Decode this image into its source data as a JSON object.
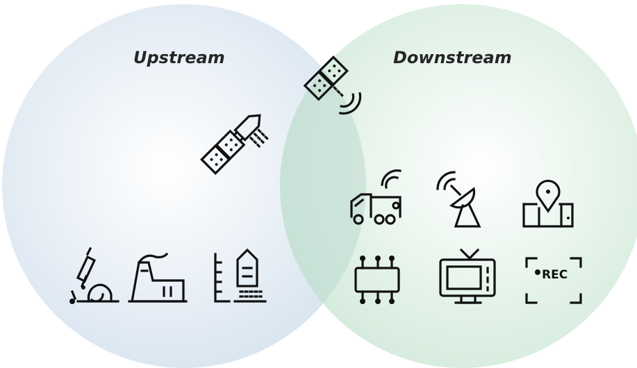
{
  "diagram": {
    "type": "venn",
    "sets": [
      {
        "label": "Upstream",
        "color": "#dfe9f3"
      },
      {
        "label": "Downstream",
        "color": "#dcefe3"
      }
    ],
    "overlap_color": "#c9ddd8",
    "upstream_icons": [
      "microscope-icon",
      "factory-icon",
      "launch-site-icon",
      "satellite-icon"
    ],
    "overlap_icons": [
      "satellite-signal-icon"
    ],
    "downstream_icons": [
      "truck-signal-icon",
      "satellite-dish-icon",
      "map-location-icon",
      "chip-icon",
      "tv-icon",
      "record-icon"
    ],
    "rec_label": "REC"
  }
}
